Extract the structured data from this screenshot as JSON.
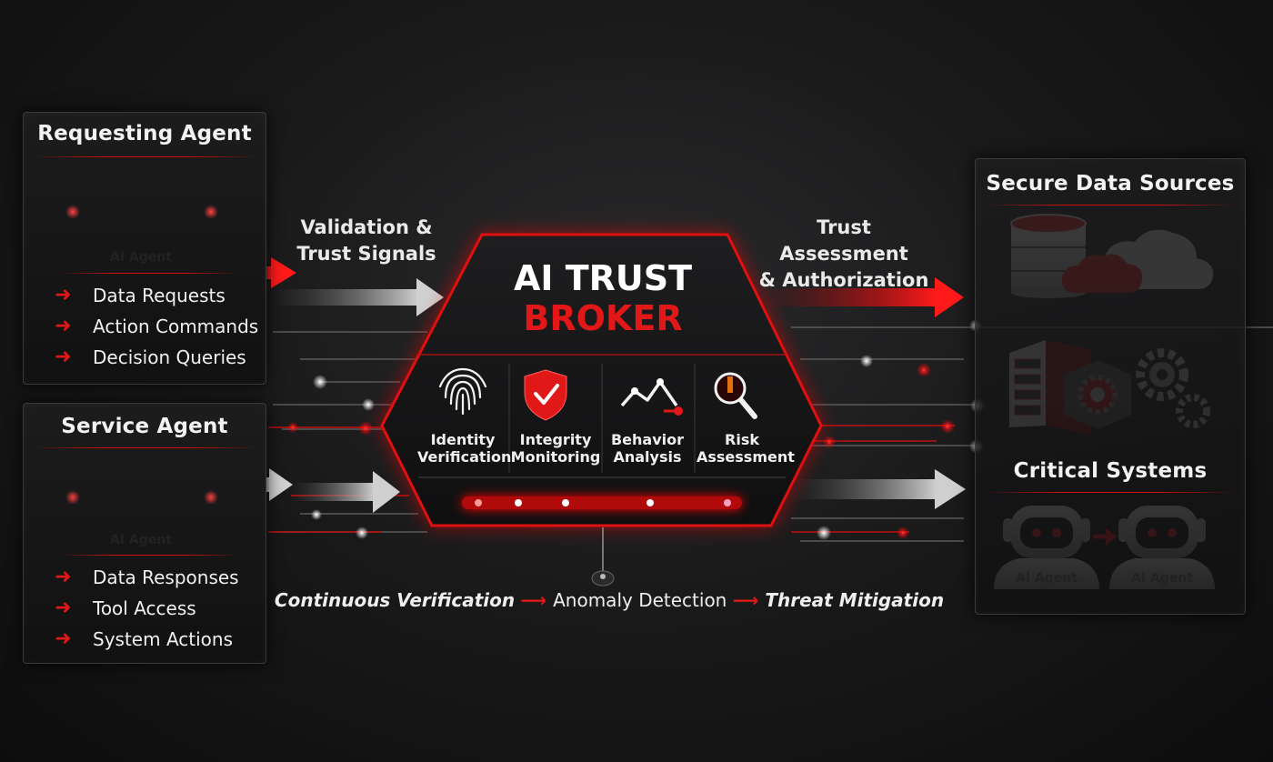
{
  "requesting_panel": {
    "title": "Requesting Agent",
    "agent_label": "AI Agent",
    "items": [
      "Data Requests",
      "Action Commands",
      "Decision Queries"
    ]
  },
  "service_panel": {
    "title": "Service Agent",
    "agent_label": "AI Agent",
    "items": [
      "Data Responses",
      "Tool Access",
      "System Actions"
    ]
  },
  "inbound_label": {
    "line1": "Validation &",
    "line2": "Trust Signals"
  },
  "outbound_label": {
    "line1": "Trust Assessment",
    "line2": "& Authorization"
  },
  "broker": {
    "title_line1": "AI TRUST",
    "title_line2": "BROKER",
    "capabilities": [
      {
        "line1": "Identity",
        "line2": "Verification",
        "icon": "fingerprint-icon"
      },
      {
        "line1": "Integrity",
        "line2": "Monitoring",
        "icon": "shield-check-icon"
      },
      {
        "line1": "Behavior",
        "line2": "Analysis",
        "icon": "trend-line-icon"
      },
      {
        "line1": "Risk",
        "line2": "Assessment",
        "icon": "magnifier-alert-icon"
      }
    ]
  },
  "pipeline": {
    "step1": "Continuous Verification",
    "step2": "Anomaly Detection",
    "step3": "Threat Mitigation"
  },
  "right_panel": {
    "data_title": "Secure Data Sources",
    "systems_title": "Critical Systems",
    "agent1_label": "AI Agent",
    "agent2_label": "AI Agent"
  },
  "colors": {
    "accent": "#e01818",
    "background": "#141415",
    "panel": "#18181a"
  }
}
